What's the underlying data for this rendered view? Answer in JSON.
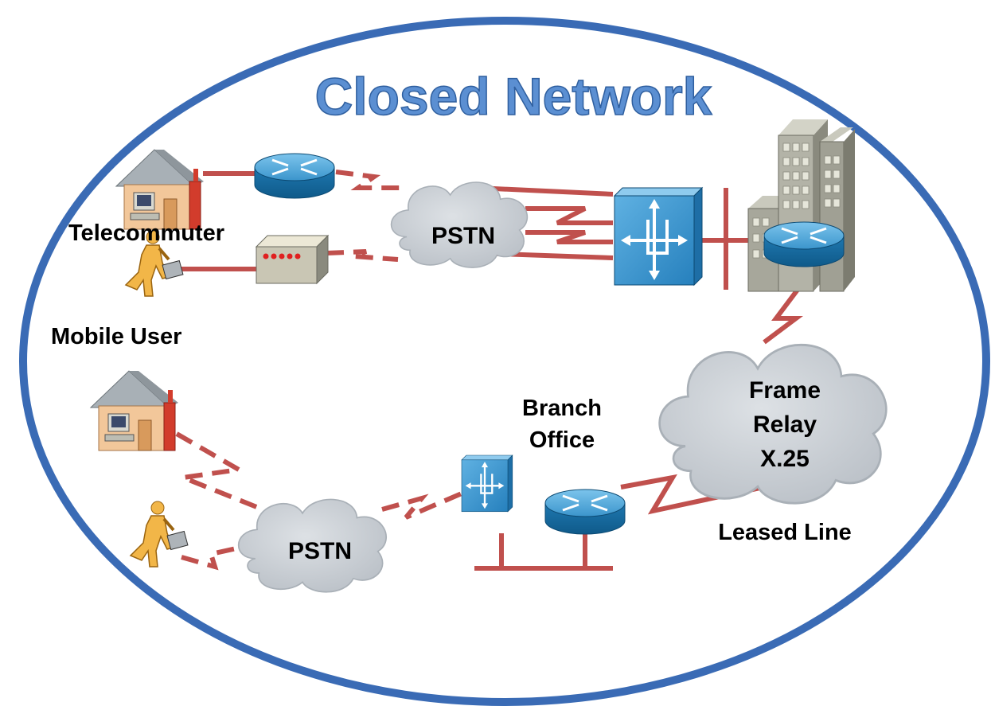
{
  "title": "Closed Network",
  "labels": {
    "telecommuter": "Telecommuter",
    "mobile_user": "Mobile User",
    "branch_office_line1": "Branch",
    "branch_office_line2": "Office",
    "leased_line": "Leased Line"
  },
  "clouds": {
    "pstn_top": "PSTN",
    "pstn_bottom": "PSTN",
    "frame_relay_line1": "Frame",
    "frame_relay_line2": "Relay",
    "frame_relay_line3": "X.25"
  },
  "colors": {
    "ellipse": "#3a6bb5",
    "title_fill": "#5b8fd2",
    "link": "#c0504d",
    "device_blue": "#2f8cc4",
    "cloud": "#c7ccd1",
    "building": "#9a9a8e"
  },
  "icons": {
    "house": "house-icon",
    "router": "router-icon",
    "modem": "modem-icon",
    "switch": "multilayer-switch-icon",
    "building": "building-icon",
    "person": "mobile-user-icon",
    "cloud": "cloud-icon"
  }
}
